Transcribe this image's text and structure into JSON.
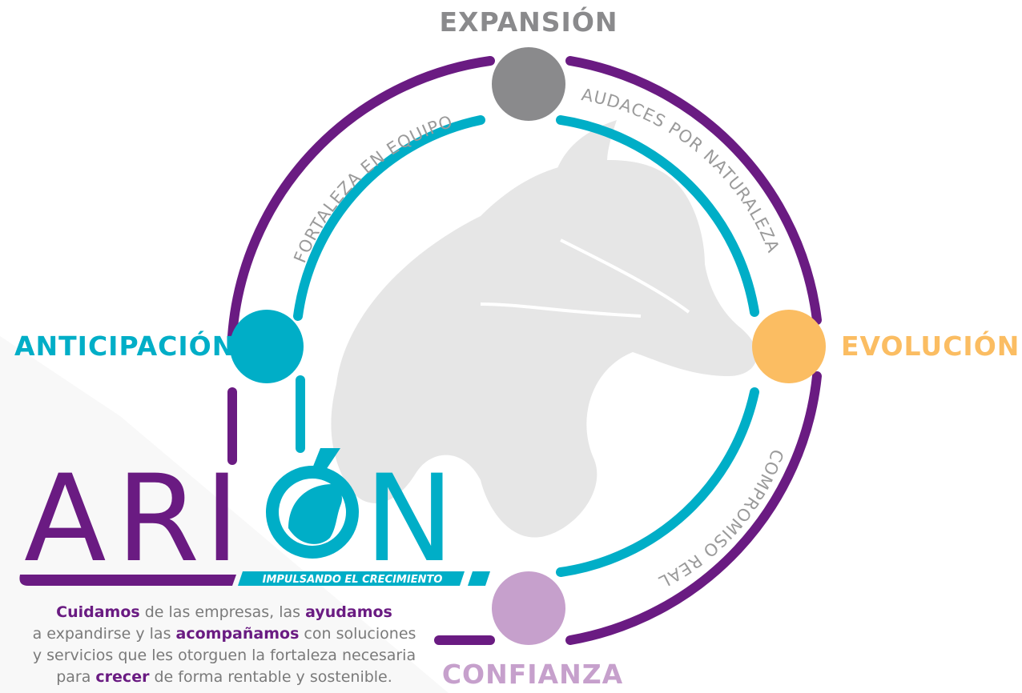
{
  "diagram": {
    "nodes": {
      "top": {
        "label": "EXPANSIÓN",
        "color": "#8a8a8c"
      },
      "left": {
        "label": "ANTICIPACIÓN",
        "color": "#00aec7"
      },
      "right": {
        "label": "EVOLUCIÓN",
        "color": "#fbbd62"
      },
      "bottom": {
        "label": "CONFIANZA",
        "color": "#c6a0cc"
      }
    },
    "arc_texts": {
      "upper_left": "FORTALEZA EN EQUIPO",
      "upper_right": "AUDACES POR NATURALEZA",
      "lower_right": "COMPROMISO REAL"
    },
    "colors": {
      "outer_ring": "#6a1b82",
      "inner_ring": "#00aec7",
      "horse_silhouette": "#e6e6e6",
      "arc_text": "#9a9a9a"
    }
  },
  "brand": {
    "logo_letters": [
      "A",
      "R",
      "I",
      "N"
    ],
    "tagline_banner": "IMPULSANDO EL CRECIMIENTO",
    "logo_color_primary": "#6a1b82",
    "logo_color_secondary": "#00aec7"
  },
  "description": {
    "line1": [
      {
        "text": "Cuidamos",
        "bold": true
      },
      {
        "text": " de las empresas, las ",
        "bold": false
      },
      {
        "text": "ayudamos",
        "bold": true
      }
    ],
    "line2": [
      {
        "text": "a expandirse y las ",
        "bold": false
      },
      {
        "text": "acompañamos",
        "bold": true
      },
      {
        "text": " con soluciones",
        "bold": false
      }
    ],
    "line3": [
      {
        "text": "y servicios que les otorguen la fortaleza necesaria",
        "bold": false
      }
    ],
    "line4": [
      {
        "text": "para ",
        "bold": false
      },
      {
        "text": "crecer",
        "bold": true
      },
      {
        "text": " de forma rentable y sostenible.",
        "bold": false
      }
    ]
  }
}
